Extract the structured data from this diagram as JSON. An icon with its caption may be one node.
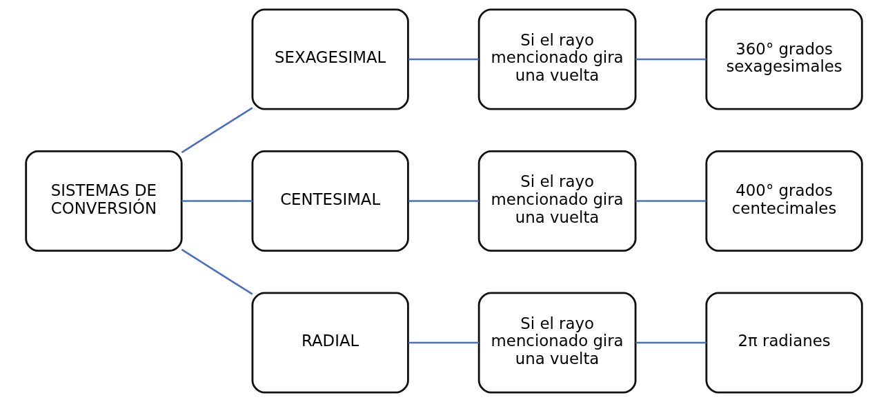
{
  "diagram": {
    "nodes": [
      {
        "text": [
          "SISTEMAS DE CONVERSIÓN"
        ]
      },
      {
        "text": [
          "SEXAGESIMAL"
        ]
      },
      {
        "text": [
          "Si el rayo mencionado gira una vuelta"
        ]
      },
      {
        "text": [
          "360° grados sexagesimales"
        ]
      },
      {
        "text": [
          "CENTESIMAL"
        ]
      },
      {
        "text": [
          "Si el rayo mencionado gira una vuelta"
        ]
      },
      {
        "text": [
          "400° grados centecimales"
        ]
      },
      {
        "text": [
          "RADIAL"
        ]
      },
      {
        "text": [
          "Si el rayo mencionado gira una vuelta"
        ]
      },
      {
        "text": [
          "2π radianes"
        ]
      }
    ],
    "edges": [
      {
        "from": 0,
        "to": 1,
        "arrow": "none"
      },
      {
        "from": 0,
        "to": 4,
        "arrow": "none"
      },
      {
        "from": 0,
        "to": 7,
        "arrow": "none"
      },
      {
        "from": 1,
        "to": 2,
        "arrow": "none"
      },
      {
        "from": 2,
        "to": 3,
        "arrow": "none"
      },
      {
        "from": 4,
        "to": 5,
        "arrow": "none"
      },
      {
        "from": 5,
        "to": 6,
        "arrow": "none"
      },
      {
        "from": 7,
        "to": 8,
        "arrow": "none"
      },
      {
        "from": 8,
        "to": 9,
        "arrow": "none"
      }
    ]
  }
}
